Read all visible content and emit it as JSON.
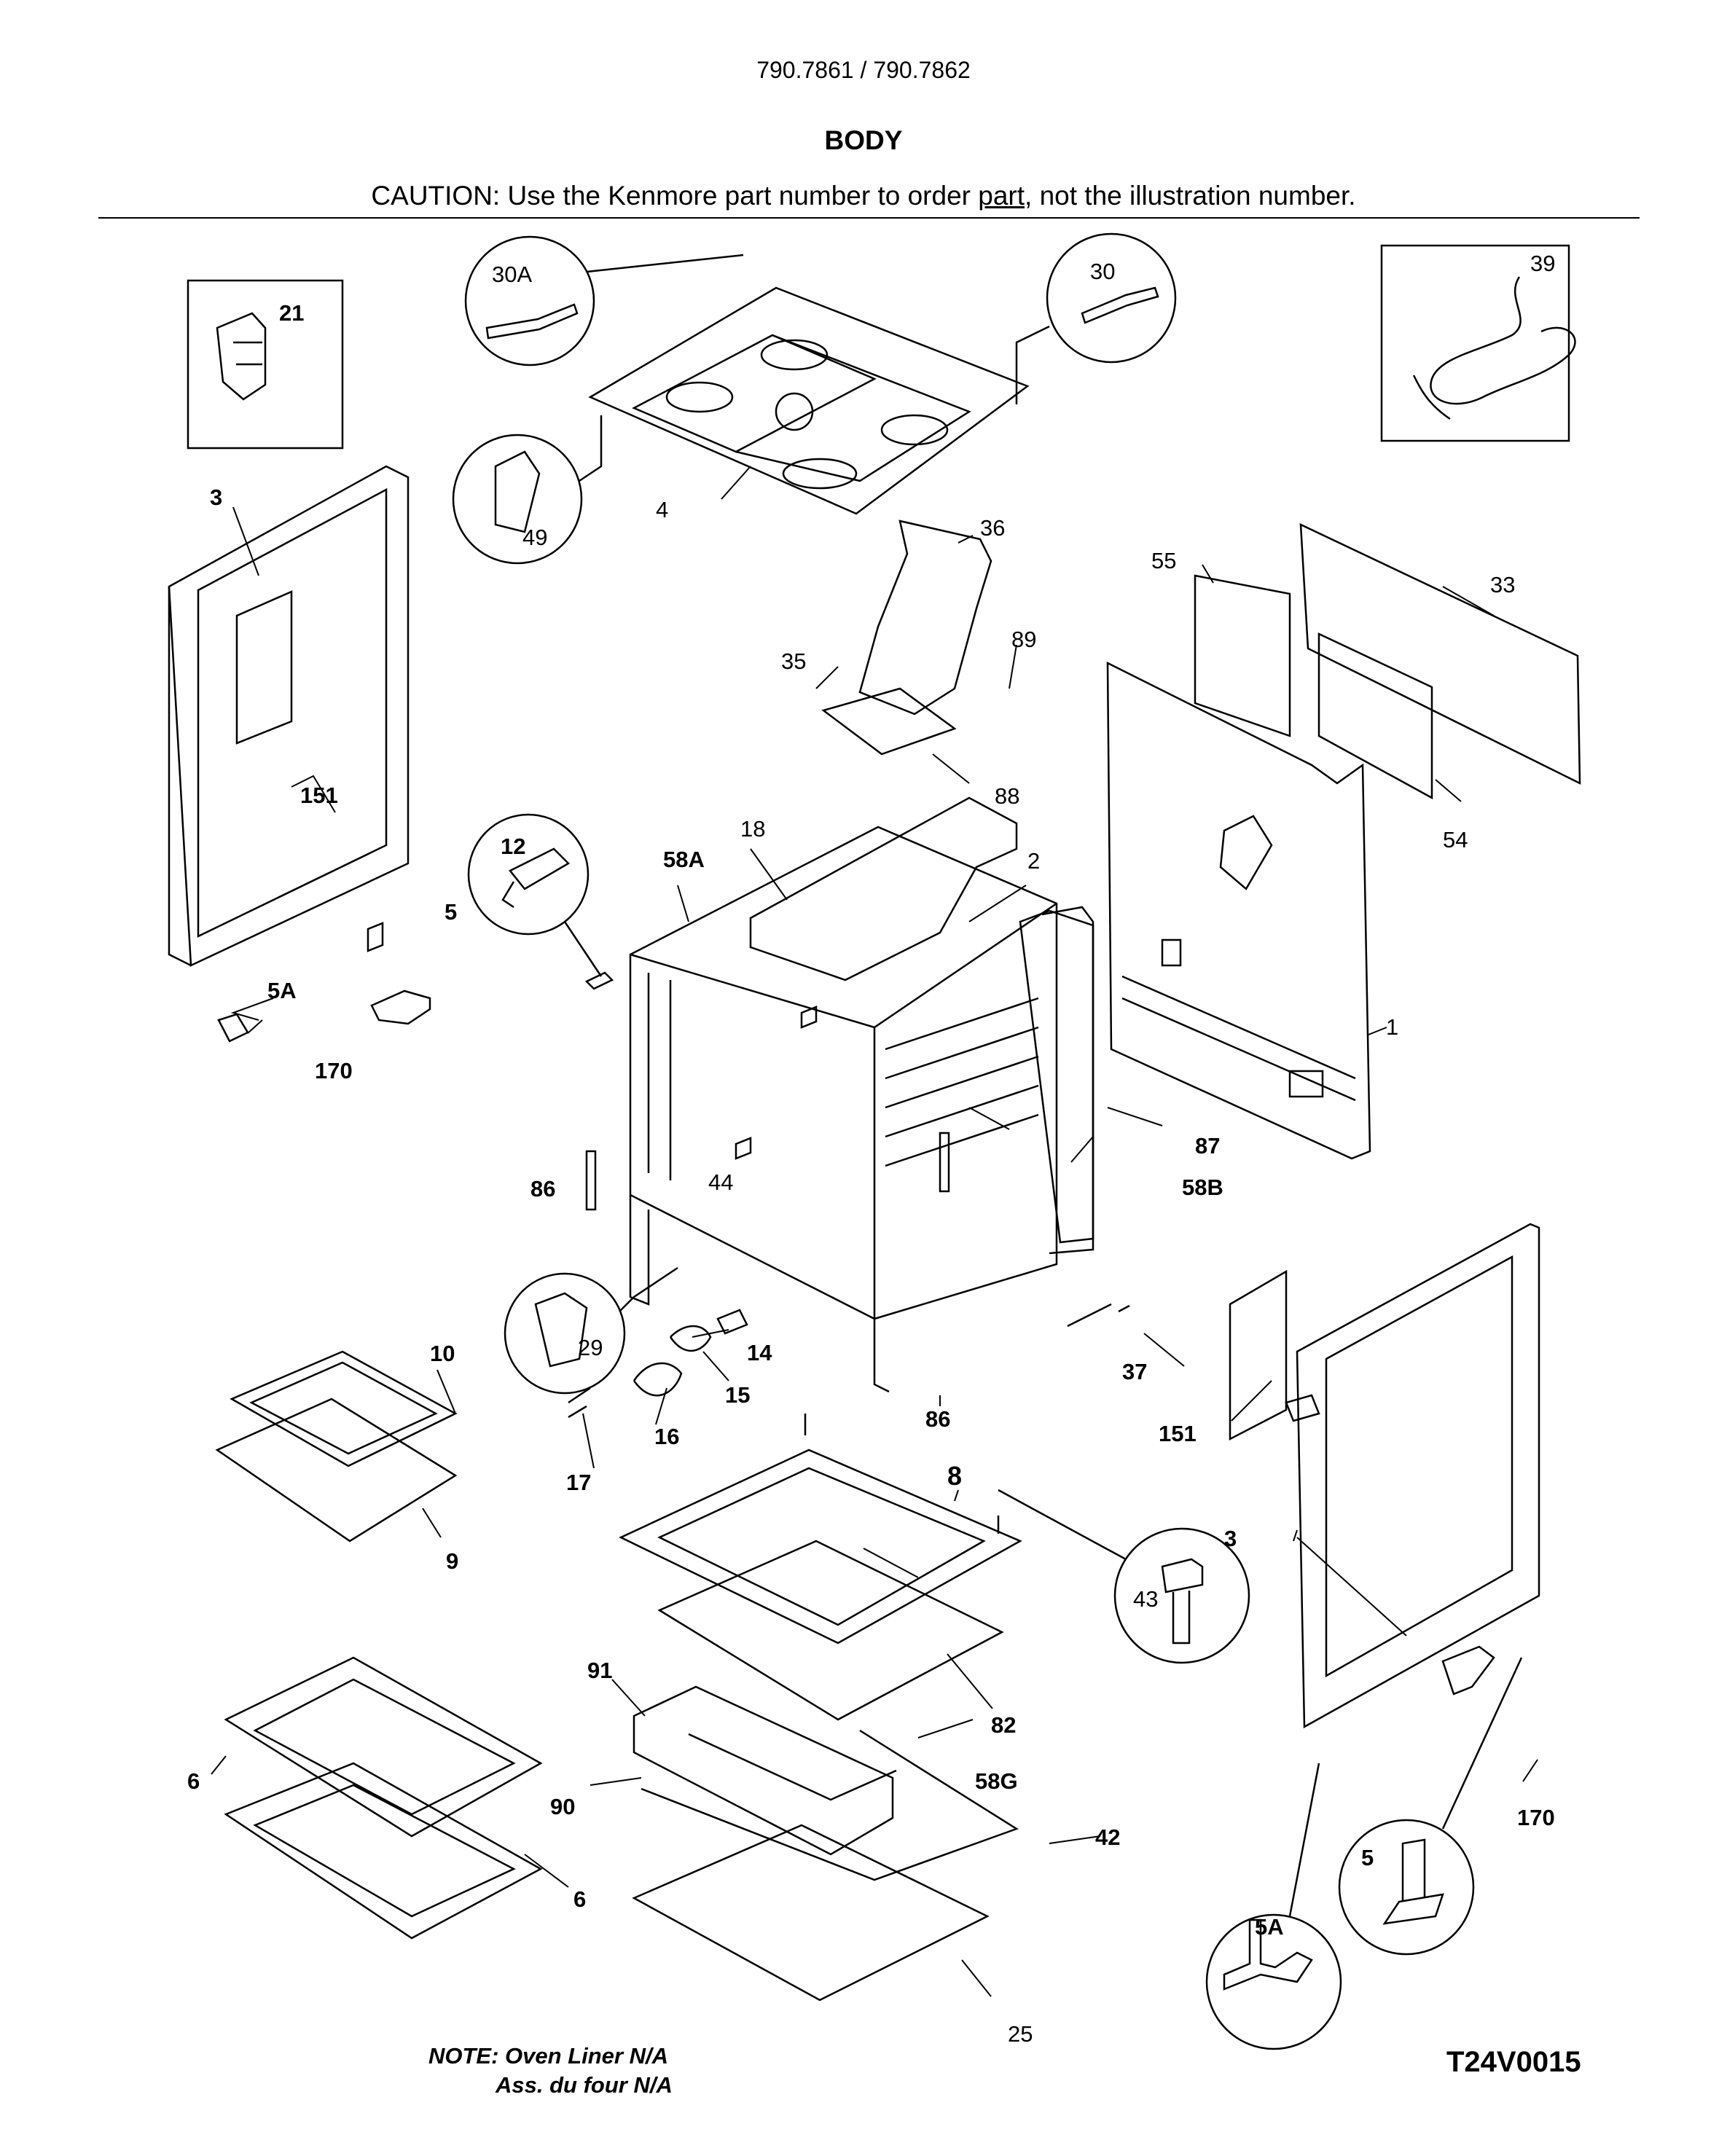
{
  "header": {
    "model": "790.7861 / 790.7862",
    "title": "BODY",
    "caution_pre": "CAUTION: Use the Kenmore part number to order ",
    "caution_link": "part",
    "caution_post": ", not the illustration number."
  },
  "callouts": {
    "c1": "1",
    "c2": "2",
    "c3a": "3",
    "c3b": "3",
    "c4": "4",
    "c5a": "5",
    "c5b": "5",
    "c5Aa": "5A",
    "c5Ab": "5A",
    "c6a": "6",
    "c6b": "6",
    "c8": "8",
    "c9": "9",
    "c10": "10",
    "c12": "12",
    "c14": "14",
    "c15": "15",
    "c16": "16",
    "c17": "17",
    "c18": "18",
    "c21": "21",
    "c25": "25",
    "c29": "29",
    "c30": "30",
    "c30A": "30A",
    "c33": "33",
    "c35": "35",
    "c36": "36",
    "c37": "37",
    "c39": "39",
    "c42": "42",
    "c43": "43",
    "c44": "44",
    "c49": "49",
    "c54": "54",
    "c55": "55",
    "c58A": "58A",
    "c58B": "58B",
    "c58G": "58G",
    "c82": "82",
    "c86a": "86",
    "c86b": "86",
    "c87": "87",
    "c88": "88",
    "c89": "89",
    "c90": "90",
    "c91": "91",
    "c151a": "151",
    "c151b": "151",
    "c170a": "170",
    "c170b": "170"
  },
  "footer": {
    "note_line1": "NOTE: Oven Liner N/A",
    "note_line2": "Ass. du four N/A",
    "code": "T24V0015"
  }
}
